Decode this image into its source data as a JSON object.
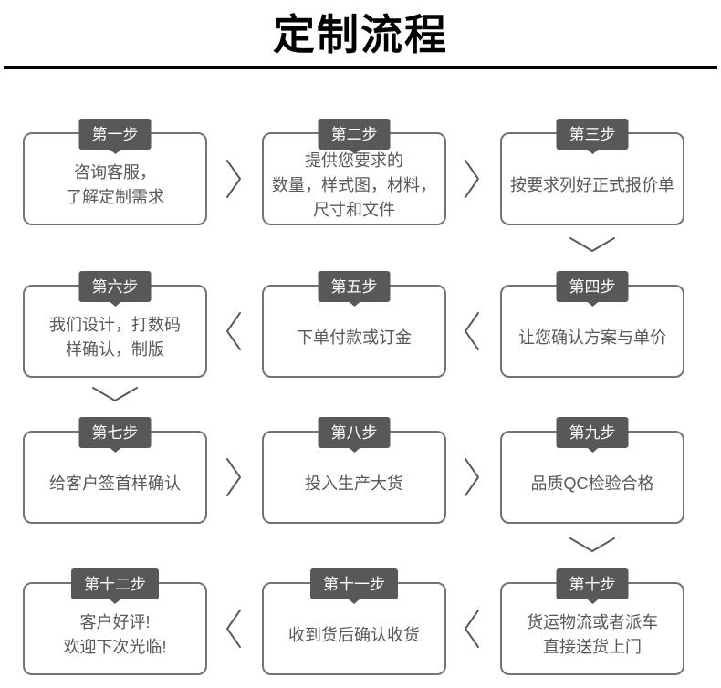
{
  "title": "定制流程",
  "colors": {
    "accent": "#595757",
    "border": "#737373",
    "text": "#595757",
    "arrow": "#5a5a5a",
    "rule": "#000000"
  },
  "icons": {
    "arrow-right-icon": "chevron-right ›",
    "arrow-left-icon": "chevron-left ‹",
    "arrow-down-icon": "chevron-down ˅",
    "badge-pointer-icon": "triangle-down ▾"
  },
  "steps": [
    {
      "label": "第一步",
      "lines": [
        "咨询客服，",
        "了解定制需求"
      ]
    },
    {
      "label": "第二步",
      "lines": [
        "提供您要求的",
        "数量，样式图，材料，",
        "尺寸和文件"
      ]
    },
    {
      "label": "第三步",
      "lines": [
        "按要求列好正式报价单"
      ]
    },
    {
      "label": "第四步",
      "lines": [
        "让您确认方案与单价"
      ]
    },
    {
      "label": "第五步",
      "lines": [
        "下单付款或订金"
      ]
    },
    {
      "label": "第六步",
      "lines": [
        "我们设计，打数码",
        "样确认，制版"
      ]
    },
    {
      "label": "第七步",
      "lines": [
        "给客户签首样确认"
      ]
    },
    {
      "label": "第八步",
      "lines": [
        "投入生产大货"
      ]
    },
    {
      "label": "第九步",
      "lines": [
        "品质QC检验合格"
      ]
    },
    {
      "label": "第十步",
      "lines": [
        "货运物流或者派车",
        "直接送货上门"
      ]
    },
    {
      "label": "第十一步",
      "lines": [
        "收到货后确认收货"
      ]
    },
    {
      "label": "第十二步",
      "lines": [
        "客户好评!",
        "欢迎下次光临!"
      ]
    }
  ]
}
